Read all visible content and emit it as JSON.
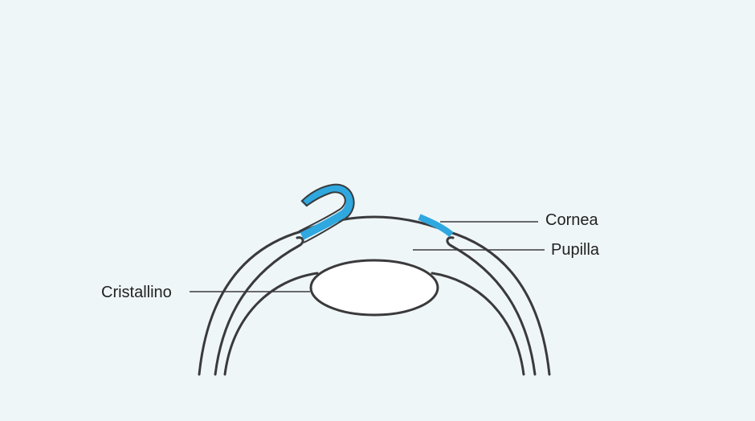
{
  "colors": {
    "background": "#eff6f8",
    "outline": "#3a3a3c",
    "highlight": "#2ea8df",
    "label_text": "#222222"
  },
  "labels": {
    "cornea": "Cornea",
    "pupilla": "Pupilla",
    "cristallino": "Cristallino"
  }
}
